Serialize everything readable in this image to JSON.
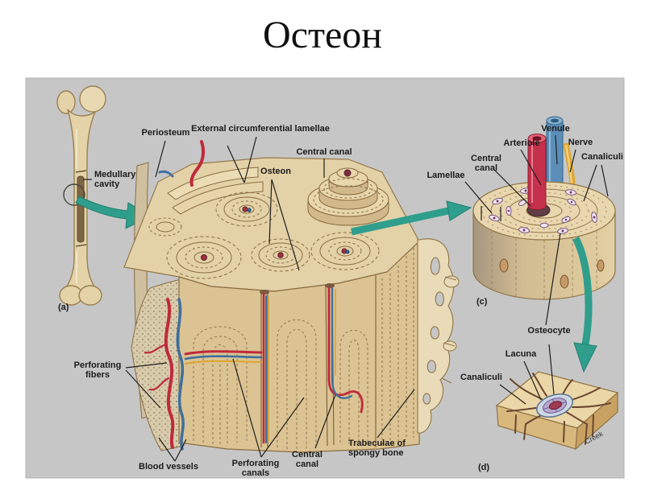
{
  "slide": {
    "title": "Остеон"
  },
  "figure": {
    "panel_a": {
      "tag": "(a)",
      "labels": {
        "medullary_cavity": "Medullary cavity"
      }
    },
    "block": {
      "labels": {
        "periosteum": "Periosteum",
        "external_lamellae": "External circumferential lamellae",
        "central_canal_top": "Central canal",
        "osteon": "Osteon",
        "perforating_fibers": "Perforating fibers",
        "blood_vessels": "Blood vessels",
        "perforating_canals": "Perforating canals",
        "central_canal_bottom": "Central canal",
        "trabeculae": "Trabeculae of spongy bone"
      }
    },
    "panel_c": {
      "tag": "(c)",
      "labels": {
        "lamellae": "Lamellae",
        "central_canal": "Central canal",
        "arteriole": "Arteriole",
        "venule": "Venule",
        "nerve": "Nerve",
        "canaliculi": "Canaliculi"
      }
    },
    "panel_d": {
      "tag": "(d)",
      "labels": {
        "osteocyte": "Osteocyte",
        "lacuna": "Lacuna",
        "canaliculi": "Canaliculi",
        "signature": "Creek"
      }
    },
    "colors": {
      "panel_bg": "#c6c6c6",
      "bone_light": "#e7d6ac",
      "bone_mid": "#d9c196",
      "bone_dark": "#8f7445",
      "arrow": "#2f9e8c",
      "artery": "#c5304a",
      "vein": "#5b8fba",
      "nerve": "#dca62f"
    }
  }
}
